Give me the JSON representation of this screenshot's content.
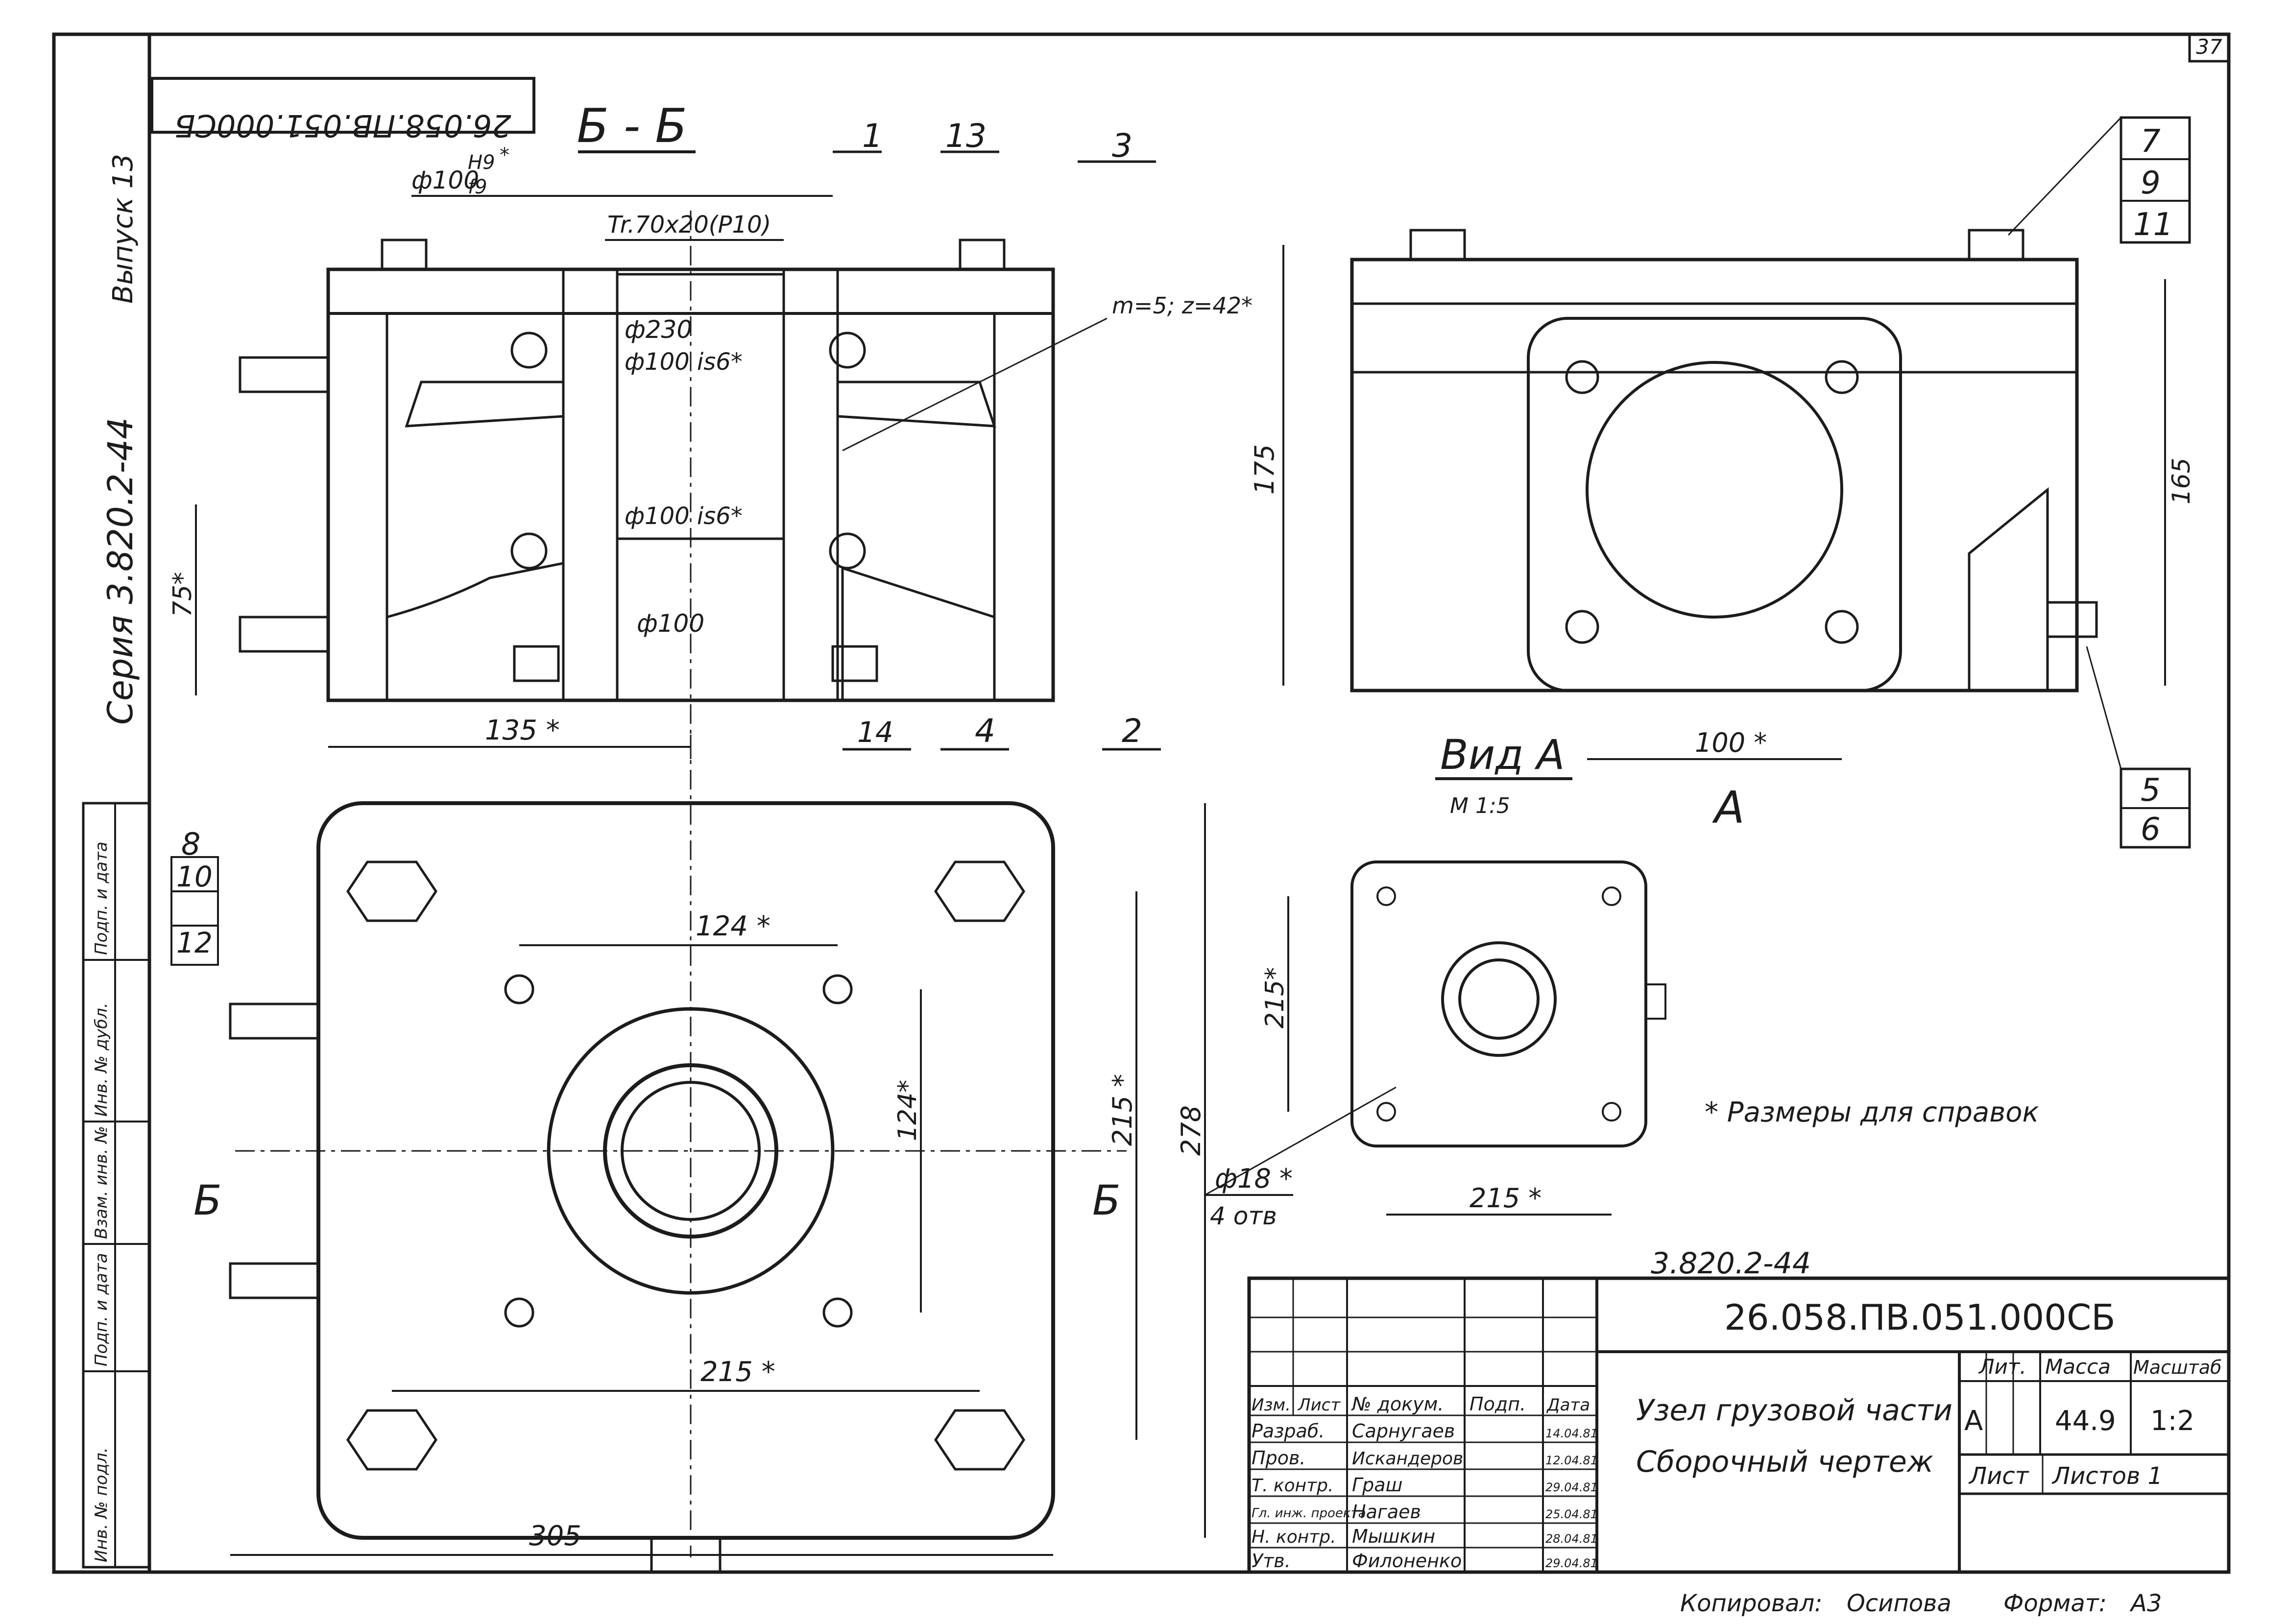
{
  "sheet": {
    "page_number": "37",
    "doc_code_top": "26.058.ПВ.051.000СБ",
    "series": "Серия 3.820.2-44",
    "issue": "Выпуск 13"
  },
  "left_stamp": [
    "Инв. № подл.",
    "Подп. и дата",
    "Взам. инв. №",
    "Инв. № дубл.",
    "Подп. и дата"
  ],
  "section_view": {
    "title": "Б - Б",
    "dims": {
      "d100_fit": "ф100",
      "fit_h9": "H9",
      "fit_f9": "f9",
      "asterisk": "*",
      "thread": "Tr.70x20(P10)",
      "d230": "ф230",
      "d100_is6_a": "ф100 is6*",
      "d100_is6_b": "ф100 is6*",
      "d100_bottom": "ф100",
      "module": "m=5; z=42*",
      "h75": "75*",
      "w135": "135 *"
    },
    "callouts": [
      "1",
      "13",
      "3",
      "14",
      "4",
      "2"
    ]
  },
  "side_view": {
    "dims": {
      "h175": "175",
      "h165": "165",
      "w100": "100 *"
    },
    "callouts": [
      "7",
      "9",
      "11",
      "5",
      "6"
    ],
    "arrow_label": "А"
  },
  "view_a": {
    "title": "Вид А",
    "scale": "М 1:5",
    "dims": {
      "w215": "215 *",
      "h215": "215*",
      "hole": "ф18 *",
      "holes_count": "4 отв"
    }
  },
  "plan_view": {
    "dims": {
      "w124": "124 *",
      "h124": "124*",
      "h215": "215 *",
      "h278": "278",
      "w215": "215 *",
      "w305": "305"
    },
    "section_mark": "Б",
    "callouts": [
      "8",
      "10",
      "12"
    ]
  },
  "notes": {
    "reference_sizes": "* Размеры для справок"
  },
  "title_block": {
    "series_code": "3.820.2-44",
    "doc_code": "26.058.ПВ.051.000СБ",
    "name_line1": "Узел грузовой части",
    "name_line2": "Сборочный чертеж",
    "header": [
      "Изм.",
      "Лист",
      "№ докум.",
      "Подп.",
      "Дата"
    ],
    "rows": [
      {
        "role": "Разраб.",
        "name": "Сарнугаев",
        "date": "14.04.81"
      },
      {
        "role": "Пров.",
        "name": "Искандеров",
        "date": "12.04.81"
      },
      {
        "role": "Т. контр.",
        "name": "Граш",
        "date": "29.04.81"
      },
      {
        "role": "Гл. инж. проекта",
        "name": "Нагаев",
        "date": "25.04.81"
      },
      {
        "role": "Н. контр.",
        "name": "Мышкин",
        "date": "28.04.81"
      },
      {
        "role": "Утв.",
        "name": "Филоненко",
        "date": "29.04.81"
      }
    ],
    "lit_label": "Лит.",
    "lit_value": "А",
    "mass_label": "Масса",
    "mass_value": "44.9",
    "scale_label": "Масштаб",
    "scale_value": "1:2",
    "sheet_label": "Лист",
    "sheets_label": "Листов 1"
  },
  "footer": {
    "copied_label": "Копировал:",
    "copied_by": "Осипова",
    "format_label": "Формат:",
    "format_value": "А3"
  }
}
